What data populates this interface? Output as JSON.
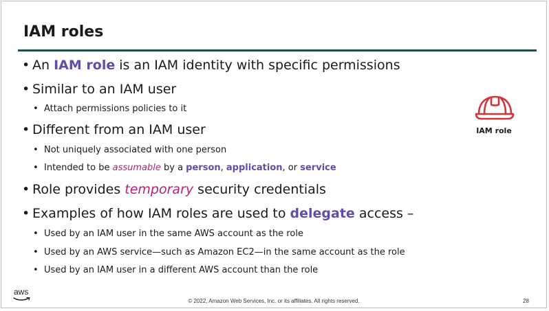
{
  "slide": {
    "title": "IAM roles",
    "bullet1": {
      "pre": "An ",
      "highlight": "IAM role",
      "post": " is an IAM identity with specific permissions"
    },
    "bullet2": {
      "text": "Similar to an IAM user",
      "sub1": "Attach permissions policies to it"
    },
    "bullet3": {
      "text": "Different from an IAM user",
      "sub1": "Not uniquely associated with one person",
      "sub2": {
        "pre": "Intended to be ",
        "assumable": "assumable",
        "by_a": " by a ",
        "person": "person",
        "comma": ", ",
        "application": "application",
        "or": ", or ",
        "service": "service"
      }
    },
    "bullet4": {
      "pre": "Role provides ",
      "temporary": "temporary",
      "post": " security credentials"
    },
    "bullet5": {
      "pre": "Examples of how IAM roles are used to ",
      "delegate": "delegate",
      "post": " access –",
      "sub1": "Used by an IAM user in the same AWS account as the role",
      "sub2": "Used by an AWS service—such as Amazon EC2—in the same account as the role",
      "sub3": "Used by an IAM user in a different AWS account than the role"
    },
    "icon_label": "IAM role",
    "icon_name": "hard-hat-icon",
    "accent_color": "#5b4fa8",
    "emphasis_color": "#b5207a",
    "icon_color": "#d13438"
  },
  "footer": {
    "logo_text": "aws",
    "copyright": "© 2022, Amazon Web Services, Inc. or its affiliates. All rights reserved.",
    "page_number": "28"
  }
}
